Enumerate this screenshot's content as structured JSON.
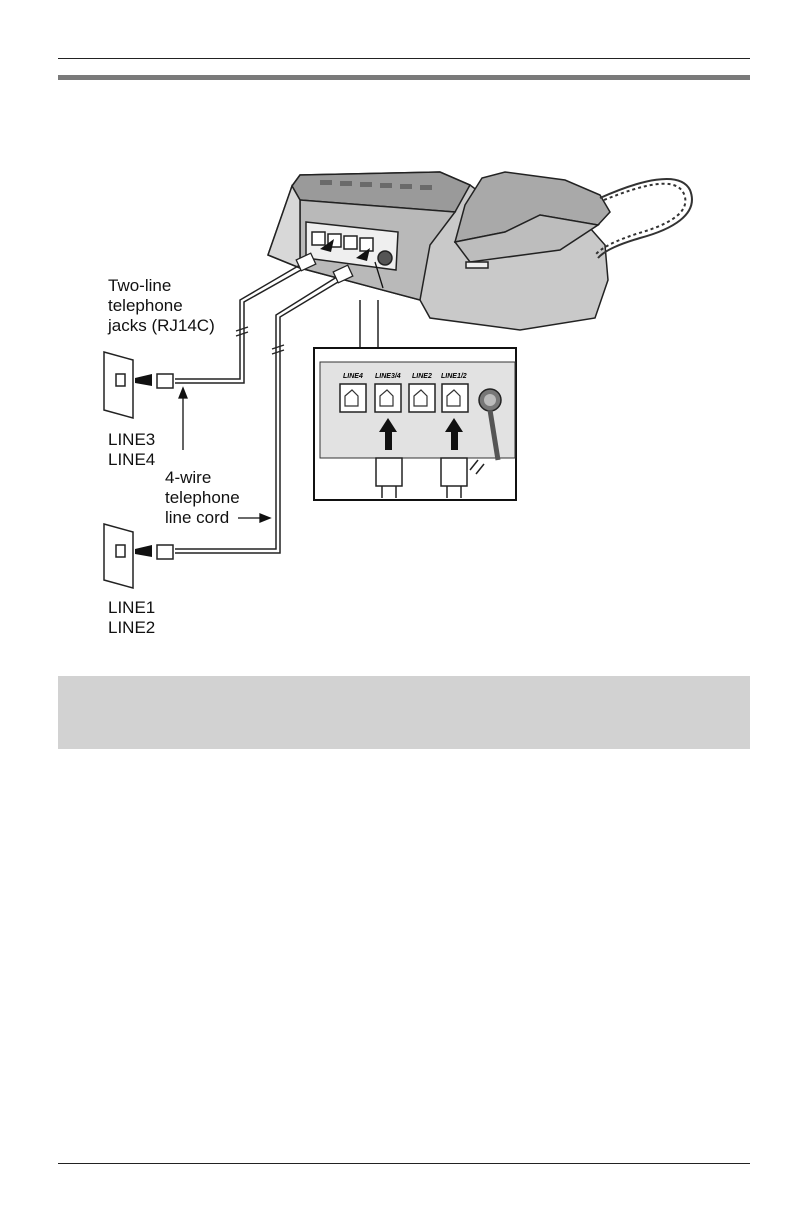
{
  "labels": {
    "two_line_jacks": "Two-line\ntelephone\njacks (RJ14C)",
    "wall_top": "LINE3\nLINE4",
    "cord": "4-wire\ntelephone\nline cord",
    "wall_bottom": "LINE1\nLINE2"
  },
  "inset_jacks": [
    "LINE4",
    "LINE3/4",
    "LINE2",
    "LINE1/2"
  ]
}
